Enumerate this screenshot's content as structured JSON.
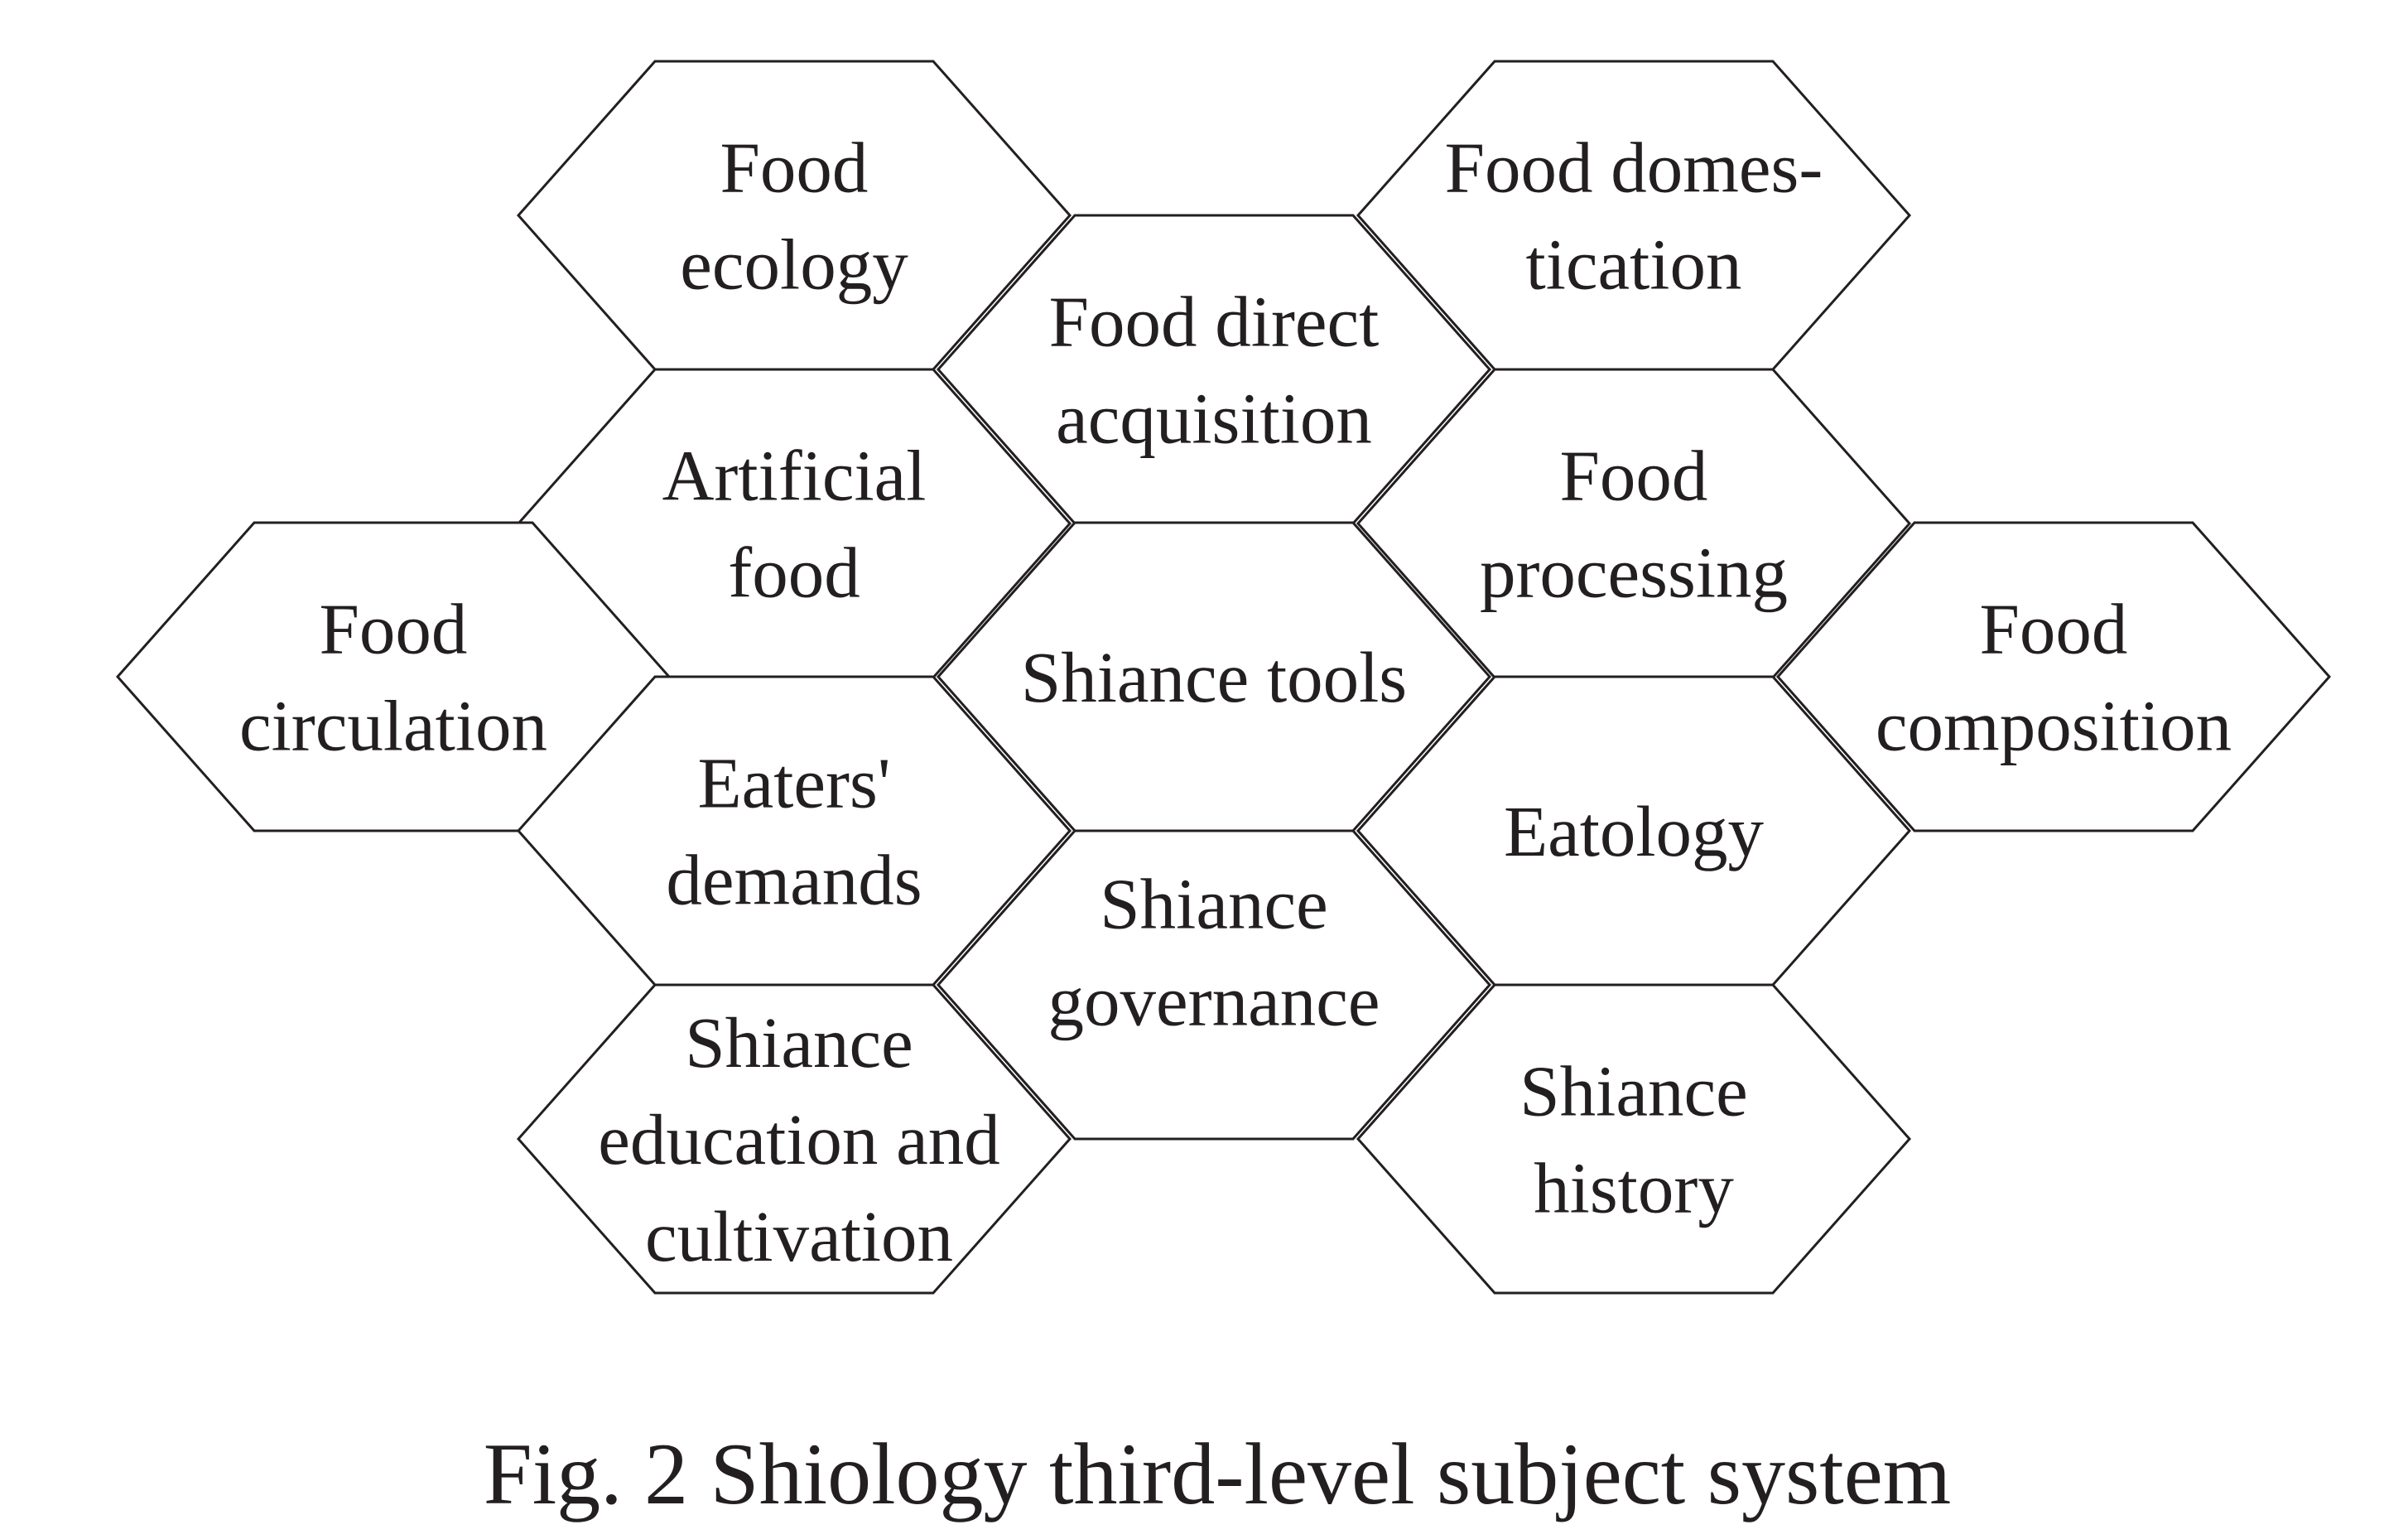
{
  "figure": {
    "caption": "Fig. 2 Shiology third-level subject system",
    "colors": {
      "stroke": "#231f20",
      "fill": "#ffffff",
      "text": "#231f20",
      "background": "#ffffff"
    }
  },
  "nodes": [
    {
      "id": "food-ecology",
      "lines": [
        "Food",
        "ecology"
      ]
    },
    {
      "id": "food-domestication",
      "lines": [
        "Food domes-",
        "tication"
      ]
    },
    {
      "id": "food-direct-acquisition",
      "lines": [
        "Food direct",
        "acquisition"
      ]
    },
    {
      "id": "artificial-food",
      "lines": [
        "Artificial",
        "food"
      ]
    },
    {
      "id": "food-processing",
      "lines": [
        "Food",
        "processing"
      ]
    },
    {
      "id": "food-circulation",
      "lines": [
        "Food",
        "circulation"
      ]
    },
    {
      "id": "shiance-tools",
      "lines": [
        "Shiance tools"
      ]
    },
    {
      "id": "food-composition",
      "lines": [
        "Food",
        "composition"
      ]
    },
    {
      "id": "eaters-demands",
      "lines": [
        "Eaters'",
        "demands"
      ]
    },
    {
      "id": "eatology",
      "lines": [
        "Eatology"
      ]
    },
    {
      "id": "shiance-governance",
      "lines": [
        "Shiance",
        "governance"
      ]
    },
    {
      "id": "shiance-education-and-cultivation",
      "lines": [
        "Shiance",
        "education and",
        "cultivation"
      ]
    },
    {
      "id": "shiance-history",
      "lines": [
        "Shiance",
        "history"
      ]
    }
  ]
}
